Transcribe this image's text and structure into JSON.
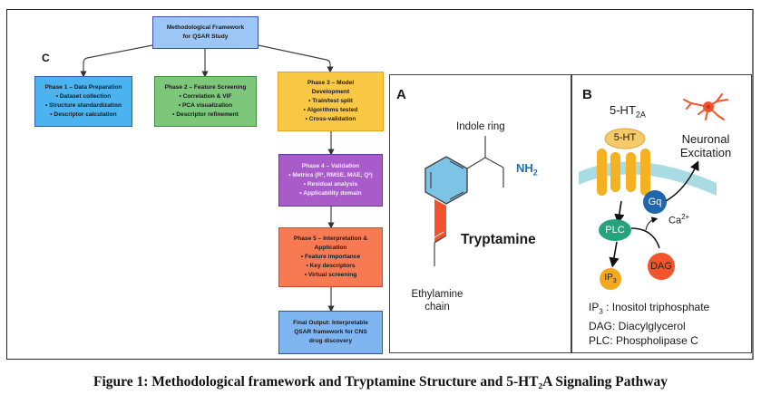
{
  "panel_c": {
    "label": "C",
    "top_box": {
      "lines": [
        "Methodological Framework",
        "for QSAR Study"
      ],
      "color": "#9cc6f6"
    },
    "phases": [
      {
        "lines": [
          "Phase 1 – Data Preparation",
          "• Dataset collection",
          "• Structure standardization",
          "• Descriptor calculation"
        ],
        "color": "#4bb3ef"
      },
      {
        "lines": [
          "Phase 2 – Feature Screening",
          "• Correlation & VIF",
          "• PCA visualization",
          "• Descriptor refinement"
        ],
        "color": "#7dc77b"
      },
      {
        "lines": [
          "Phase 3 – Model",
          "Development",
          "• Train/test split",
          "• Algorithms tested",
          "• Cross-validation"
        ],
        "color": "#f9c844"
      },
      {
        "lines": [
          "Phase 4 – Validation",
          "• Metrics (R², RMSE, MAE, Q²)",
          "• Residual analysis",
          "• Applicability domain"
        ],
        "color": "#a85bc9"
      },
      {
        "lines": [
          "Phase 5 – Interpretation &",
          "Application",
          "• Feature importance",
          "• Key descriptors",
          "• Virtual screening"
        ],
        "color": "#f87a53"
      }
    ],
    "final_box": {
      "lines": [
        "Final Output: Interpretable",
        "QSAR framework for CNS",
        "drug discovery"
      ],
      "color": "#7fb6f2"
    }
  },
  "panel_a": {
    "label": "A",
    "indole_label": "Indole ring",
    "amine_label": "NH",
    "amine_sub": "2",
    "compound_name": "Tryptamine",
    "chain_label_1": "Ethylamine",
    "chain_label_2": "chain",
    "ring_color": "#7cc3e6",
    "chain_color": "#f2522e",
    "amine_color": "#1f6fb5"
  },
  "panel_b": {
    "label": "B",
    "receptor_label": "5-HT",
    "receptor_sub": "2A",
    "ligand": "5-HT",
    "output_label_1": "Neuronal",
    "output_label_2": "Excitation",
    "gprotein": "Gq",
    "enzyme": "PLC",
    "calcium": "Ca",
    "calcium_sup": "2+",
    "dag": "DAG",
    "ip3": "IP",
    "ip3_sub": "3",
    "legend": [
      {
        "key": "IP",
        "sub": "3",
        "text": " : Inositol triphosphate"
      },
      {
        "key": "DAG",
        "sub": "",
        "text": ": Diacylglycerol"
      },
      {
        "key": "PLC",
        "sub": "",
        "text": ": Phospholipase C"
      }
    ],
    "colors": {
      "ligand": "#f6c96b",
      "receptor": "#f4b223",
      "membrane": "#a9dbe4",
      "gq": "#1f66ad",
      "plc": "#27a37c",
      "dag": "#f2552c",
      "ip3": "#f3a81e",
      "neuron": "#f2552c"
    }
  },
  "caption": "Figure 1: Methodological framework and Tryptamine Structure and 5-HT₂A Signaling Pathway"
}
